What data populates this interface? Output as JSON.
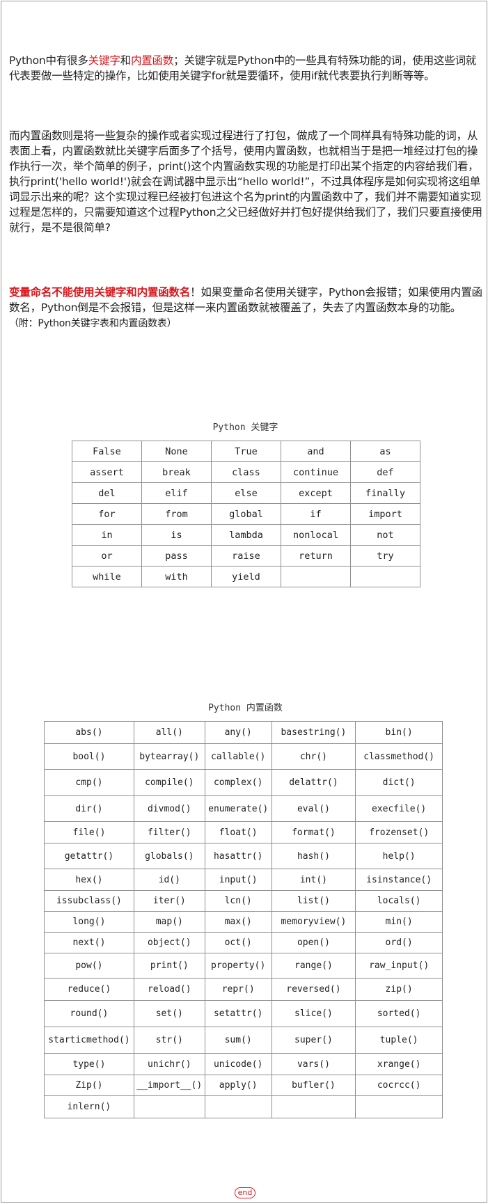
{
  "paragraphs": {
    "p1": {
      "prefix": "Python中有很多",
      "keyword": "关键字",
      "and": "和",
      "builtin": "内置函数",
      "rest": "；关键字就是Python中的一些具有特殊功能的词，使用这些词就代表要做一些特定的操作，比如使用关键字for就是要循环，使用if就代表要执行判断等等。"
    },
    "p2": "而内置函数则是将一些复杂的操作或者实现过程进行了打包，做成了一个同样具有特殊功能的词，从表面上看，内置函数就比关键字后面多了个括号，使用内置函数，也就相当于是把一堆经过打包的操作执行一次，举个简单的例子，print()这个内置函数实现的功能是打印出某个指定的内容给我们看，执行print('hello world!')就会在调试器中显示出“hello world!”，不过具体程序是如何实现将这组单词显示出来的呢？这个实现过程已经被打包进这个名为print的内置函数中了，我们并不需要知道实现过程是怎样的，只需要知道这个过程Python之父已经做好并打包好提供给我们了，我们只要直接使用就行，是不是很简单?",
    "p3": {
      "warning": "变量命名不能使用关键字和内置函数名",
      "rest": "！如果变量命名使用关键字，Python会报错；如果使用内置函数名，Python倒是不会报错，但是这样一来内置函数就被覆盖了，失去了内置函数本身的功能。"
    },
    "note": "（附：Python关键字表和内置函数表）"
  },
  "keywords_table": {
    "caption": "Python 关键字",
    "rows": [
      [
        "False",
        "None",
        "True",
        "and",
        "as"
      ],
      [
        "assert",
        "break",
        "class",
        "continue",
        "def"
      ],
      [
        "del",
        "elif",
        "else",
        "except",
        "finally"
      ],
      [
        "for",
        "from",
        "global",
        "if",
        "import"
      ],
      [
        "in",
        "is",
        "lambda",
        "nonlocal",
        "not"
      ],
      [
        "or",
        "pass",
        "raise",
        "return",
        "try"
      ],
      [
        "while",
        "with",
        "yield",
        "",
        ""
      ]
    ]
  },
  "builtins_table": {
    "caption": "Python 内置函数",
    "rows": [
      [
        "abs()",
        "all()",
        "any()",
        "basestring()",
        "bin()"
      ],
      [
        "bool()",
        "bytearray()",
        "callable()",
        "chr()",
        "classmethod()"
      ],
      [
        "cmp()",
        "compile()",
        "complex()",
        "delattr()",
        "dict()"
      ],
      [
        "dir()",
        "divmod()",
        "enumerate()",
        "eval()",
        "execfile()"
      ],
      [
        "file()",
        "filter()",
        "float()",
        "format()",
        "frozenset()"
      ],
      [
        "getattr()",
        "globals()",
        "hasattr()",
        "hash()",
        "help()"
      ],
      [
        "hex()",
        "id()",
        "input()",
        "int()",
        "isinstance()"
      ],
      [
        "issubclass()",
        "iter()",
        "lcn()",
        "list()",
        "locals()"
      ],
      [
        "long()",
        "map()",
        "max()",
        "memoryview()",
        "min()"
      ],
      [
        "next()",
        "object()",
        "oct()",
        "open()",
        "ord()"
      ],
      [
        "pow()",
        "print()",
        "property()",
        "range()",
        "raw_input()"
      ],
      [
        "reduce()",
        "reload()",
        "repr()",
        "reversed()",
        "zip()"
      ],
      [
        "round()",
        "set()",
        "setattr()",
        "slice()",
        "sorted()"
      ],
      [
        "starticmethod()",
        "str()",
        "sum()",
        "super()",
        "tuple()"
      ],
      [
        "type()",
        "unichr()",
        "unicode()",
        "vars()",
        "xrange()"
      ],
      [
        "Zip()",
        "__import__()",
        "apply()",
        "bufler()",
        "cocrcc()"
      ],
      [
        "inlern()",
        "",
        "",
        "",
        ""
      ]
    ],
    "row_heights": [
      32,
      37,
      38,
      37,
      31,
      37,
      31,
      30,
      30,
      30,
      36,
      32,
      38,
      38,
      31,
      30,
      32
    ]
  },
  "footer": {
    "end_label": "end"
  },
  "colors": {
    "accent_red": "#d9161c",
    "text": "#222222",
    "border": "#8f8f8f"
  }
}
